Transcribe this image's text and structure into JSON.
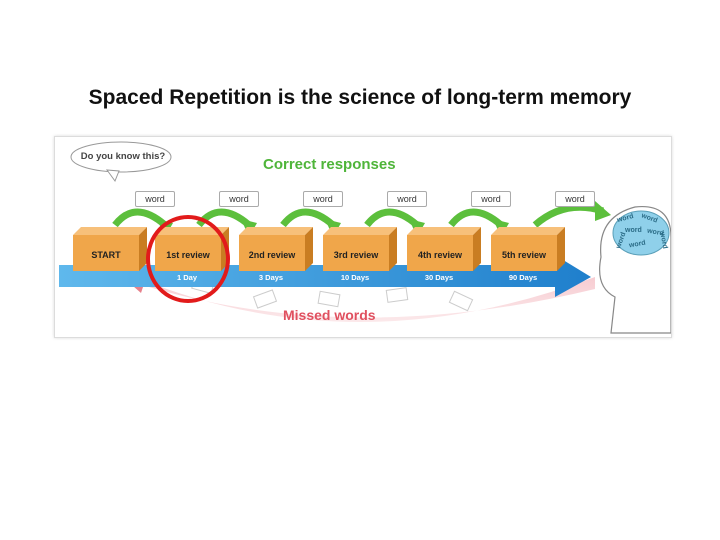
{
  "title": "Spaced Repetition is the science of long-term memory",
  "diagram": {
    "bubble_text": "Do you know this?",
    "correct_responses": "Correct responses",
    "missed_words": "Missed words",
    "word_tag": "word",
    "boxes": [
      "START",
      "1st review",
      "2nd review",
      "3rd review",
      "4th review",
      "5th review"
    ],
    "days": [
      "1 Day",
      "3 Days",
      "10 Days",
      "30 Days",
      "90 Days"
    ],
    "brain_words": [
      "word",
      "word",
      "word",
      "word",
      "word",
      "word",
      "word"
    ]
  },
  "colors": {
    "arrow_blue": "#2a8fd6",
    "correct_green": "#4fb53a",
    "missed_red": "#e0505f",
    "box_tan": "#f0a64a",
    "highlight_circle": "#e21b1b"
  }
}
